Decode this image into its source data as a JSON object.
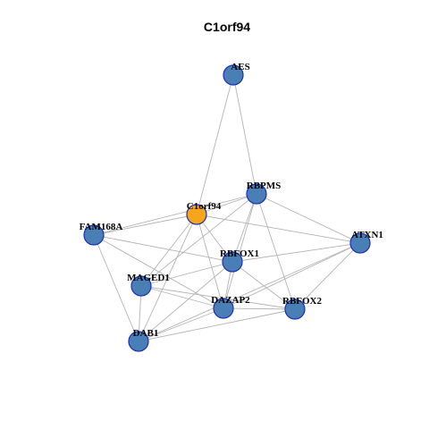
{
  "graph": {
    "title": "C1orf94",
    "colors": {
      "center_node": "#f7a51b",
      "node": "#4a7fb5",
      "node_border": "#1a2fb8",
      "edge": "#b4b4b4"
    },
    "nodes": [
      {
        "id": "AES",
        "label": "AES"
      },
      {
        "id": "RBPMS",
        "label": "RBPMS"
      },
      {
        "id": "C1orf94",
        "label": "C1orf94",
        "center": true
      },
      {
        "id": "FAM168A",
        "label": "FAM168A"
      },
      {
        "id": "ATXN1",
        "label": "ATXN1"
      },
      {
        "id": "RBFOX1",
        "label": "RBFOX1"
      },
      {
        "id": "MAGED1",
        "label": "MAGED1"
      },
      {
        "id": "DAZAP2",
        "label": "DAZAP2"
      },
      {
        "id": "RBFOX2",
        "label": "RBFOX2"
      },
      {
        "id": "DAB1",
        "label": "DAB1"
      }
    ],
    "edges": [
      [
        "AES",
        "C1orf94"
      ],
      [
        "AES",
        "RBPMS"
      ],
      [
        "C1orf94",
        "FAM168A"
      ],
      [
        "C1orf94",
        "RBPMS"
      ],
      [
        "C1orf94",
        "ATXN1"
      ],
      [
        "C1orf94",
        "RBFOX1"
      ],
      [
        "C1orf94",
        "MAGED1"
      ],
      [
        "C1orf94",
        "DAZAP2"
      ],
      [
        "C1orf94",
        "DAB1"
      ],
      [
        "RBPMS",
        "FAM168A"
      ],
      [
        "RBPMS",
        "ATXN1"
      ],
      [
        "RBPMS",
        "RBFOX1"
      ],
      [
        "RBPMS",
        "MAGED1"
      ],
      [
        "RBPMS",
        "DAZAP2"
      ],
      [
        "RBPMS",
        "RBFOX2"
      ],
      [
        "FAM168A",
        "RBFOX1"
      ],
      [
        "FAM168A",
        "DAZAP2"
      ],
      [
        "FAM168A",
        "DAB1"
      ],
      [
        "ATXN1",
        "RBFOX1"
      ],
      [
        "ATXN1",
        "DAZAP2"
      ],
      [
        "ATXN1",
        "RBFOX2"
      ],
      [
        "ATXN1",
        "DAB1"
      ],
      [
        "RBFOX1",
        "MAGED1"
      ],
      [
        "RBFOX1",
        "DAZAP2"
      ],
      [
        "RBFOX1",
        "RBFOX2"
      ],
      [
        "RBFOX1",
        "DAB1"
      ],
      [
        "MAGED1",
        "DAZAP2"
      ],
      [
        "MAGED1",
        "RBFOX2"
      ],
      [
        "MAGED1",
        "DAB1"
      ],
      [
        "DAZAP2",
        "RBFOX2"
      ],
      [
        "DAZAP2",
        "DAB1"
      ],
      [
        "RBFOX2",
        "DAB1"
      ]
    ]
  }
}
